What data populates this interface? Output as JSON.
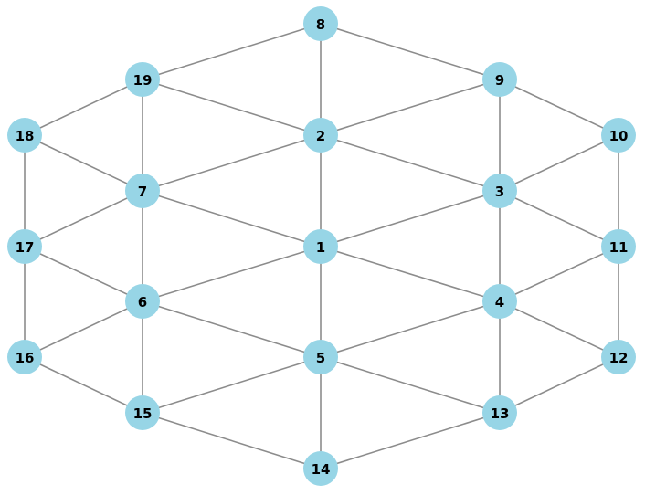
{
  "graph": {
    "node_color": "#97d5e6",
    "edge_color": "#8c8c8c",
    "label_color": "#000000",
    "nodes": [
      {
        "id": "1"
      },
      {
        "id": "2"
      },
      {
        "id": "3"
      },
      {
        "id": "4"
      },
      {
        "id": "5"
      },
      {
        "id": "6"
      },
      {
        "id": "7"
      },
      {
        "id": "8"
      },
      {
        "id": "9"
      },
      {
        "id": "10"
      },
      {
        "id": "11"
      },
      {
        "id": "12"
      },
      {
        "id": "13"
      },
      {
        "id": "14"
      },
      {
        "id": "15"
      },
      {
        "id": "16"
      },
      {
        "id": "17"
      },
      {
        "id": "18"
      },
      {
        "id": "19"
      }
    ],
    "edges": [
      [
        "1",
        "2"
      ],
      [
        "1",
        "3"
      ],
      [
        "1",
        "4"
      ],
      [
        "1",
        "5"
      ],
      [
        "1",
        "6"
      ],
      [
        "1",
        "7"
      ],
      [
        "2",
        "3"
      ],
      [
        "2",
        "7"
      ],
      [
        "2",
        "8"
      ],
      [
        "2",
        "9"
      ],
      [
        "2",
        "19"
      ],
      [
        "3",
        "4"
      ],
      [
        "3",
        "9"
      ],
      [
        "3",
        "10"
      ],
      [
        "3",
        "11"
      ],
      [
        "4",
        "5"
      ],
      [
        "4",
        "11"
      ],
      [
        "4",
        "12"
      ],
      [
        "4",
        "13"
      ],
      [
        "5",
        "6"
      ],
      [
        "5",
        "13"
      ],
      [
        "5",
        "14"
      ],
      [
        "5",
        "15"
      ],
      [
        "6",
        "7"
      ],
      [
        "6",
        "15"
      ],
      [
        "6",
        "16"
      ],
      [
        "6",
        "17"
      ],
      [
        "7",
        "17"
      ],
      [
        "7",
        "18"
      ],
      [
        "7",
        "19"
      ],
      [
        "8",
        "9"
      ],
      [
        "8",
        "19"
      ],
      [
        "9",
        "10"
      ],
      [
        "10",
        "11"
      ],
      [
        "11",
        "12"
      ],
      [
        "12",
        "13"
      ],
      [
        "13",
        "14"
      ],
      [
        "14",
        "15"
      ],
      [
        "15",
        "16"
      ],
      [
        "16",
        "17"
      ],
      [
        "17",
        "18"
      ],
      [
        "18",
        "19"
      ]
    ]
  }
}
